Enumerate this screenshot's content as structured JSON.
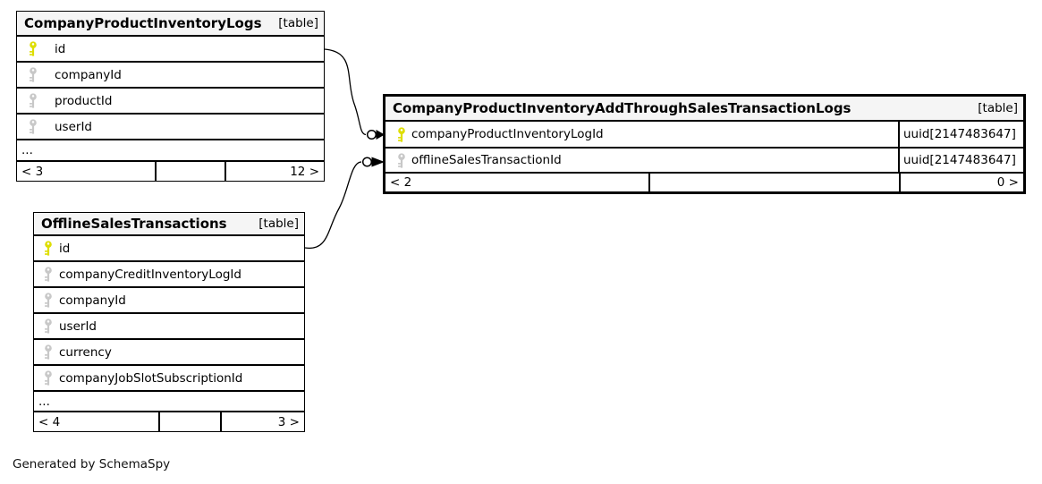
{
  "page": {
    "footer_note": "Generated by SchemaSpy",
    "background": "#ffffff"
  },
  "colors": {
    "primary_key_icon": "#dede00",
    "indexed_key_icon": "#c8c8c8",
    "table_header_bg": "#f5f5f5",
    "border": "#000000"
  },
  "tables": [
    {
      "title": "CompanyProductInventoryLogs",
      "tag": "[table]",
      "columns": [
        {
          "name": "id",
          "key": "primary"
        },
        {
          "name": "companyId",
          "key": "indexed"
        },
        {
          "name": "productId",
          "key": "indexed"
        },
        {
          "name": "userId",
          "key": "indexed"
        }
      ],
      "ellipsis": "...",
      "footer": {
        "left": "< 3",
        "middle": "",
        "right": "12 >"
      }
    },
    {
      "title": "CompanyProductInventoryAddThroughSalesTransactionLogs",
      "tag": "[table]",
      "columns": [
        {
          "name": "companyProductInventoryLogId",
          "key": "primary",
          "type": "uuid[2147483647]"
        },
        {
          "name": "offlineSalesTransactionId",
          "key": "indexed",
          "type": "uuid[2147483647]"
        }
      ],
      "footer": {
        "left": "< 2",
        "middle": "",
        "right": "0 >"
      }
    },
    {
      "title": "OfflineSalesTransactions",
      "tag": "[table]",
      "columns": [
        {
          "name": "id",
          "key": "primary"
        },
        {
          "name": "companyCreditInventoryLogId",
          "key": "indexed"
        },
        {
          "name": "companyId",
          "key": "indexed"
        },
        {
          "name": "userId",
          "key": "indexed"
        },
        {
          "name": "currency",
          "key": "indexed"
        },
        {
          "name": "companyJobSlotSubscriptionId",
          "key": "indexed"
        }
      ],
      "ellipsis": "...",
      "footer": {
        "left": "< 4",
        "middle": "",
        "right": "3 >"
      }
    }
  ],
  "relationships": [
    {
      "from": "CompanyProductInventoryLogs.id",
      "to": "CompanyProductInventoryAddThroughSalesTransactionLogs.companyProductInventoryLogId"
    },
    {
      "from": "OfflineSalesTransactions.id",
      "to": "CompanyProductInventoryAddThroughSalesTransactionLogs.offlineSalesTransactionId"
    }
  ]
}
